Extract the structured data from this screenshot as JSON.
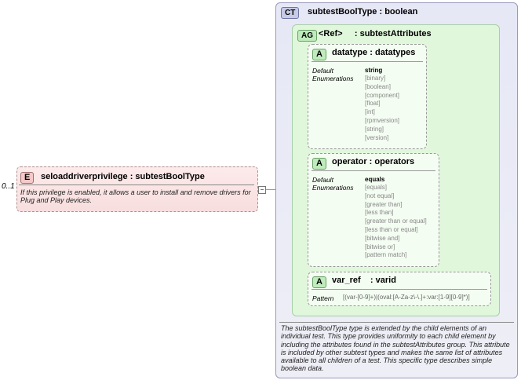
{
  "element": {
    "cardinality": "0..1",
    "badge": "E",
    "title": "seloaddriverprivilege : subtestBoolType",
    "documentation": "If this privilege is enabled, it allows a user to install and remove drivers for Plug and Play devices."
  },
  "complex_type": {
    "badge": "CT",
    "title": "subtestBoolType : boolean",
    "documentation": "The subtestBoolType type is extended by the child elements of an individual test.  This type provides uniformity to each child element by including the attributes found in the subtestAttributes group.  This attribute is included by other subtest types and makes the same list of attributes available to all children of a test.  This specific type describes simple boolean data."
  },
  "attribute_group": {
    "badge": "AG",
    "title": "<Ref>     : subtestAttributes"
  },
  "attributes": [
    {
      "badge": "A",
      "title": "datatype : datatypes",
      "default_label": "Default",
      "default_value": "string",
      "enum_label": "Enumerations",
      "enumerations": [
        "[binary]",
        "[boolean]",
        "[component]",
        "[float]",
        "[int]",
        "[rpmversion]",
        "[string]",
        "[version]"
      ]
    },
    {
      "badge": "A",
      "title": "operator : operators",
      "default_label": "Default",
      "default_value": "equals",
      "enum_label": "Enumerations",
      "enumerations": [
        "[equals]",
        "[not equal]",
        "[greater than]",
        "[less than]",
        "[greater than or equal]",
        "[less than or equal]",
        "[bitwise and]",
        "[bitwise or]",
        "[pattern match]"
      ]
    },
    {
      "badge": "A",
      "title": "var_ref    : varid",
      "pattern_label": "Pattern",
      "pattern_value": "[(var-[0-9]+)|(oval:[A-Za-z\\-\\.]+:var:[1-9][0-9]*)]"
    }
  ]
}
